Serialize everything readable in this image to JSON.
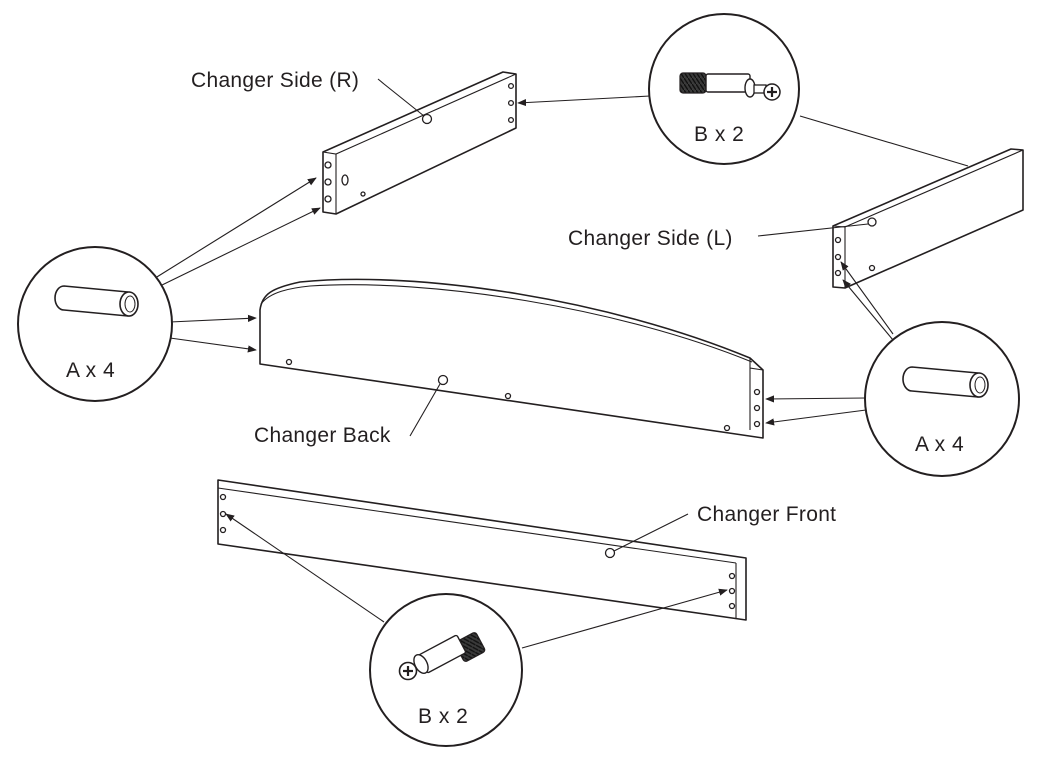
{
  "labels": {
    "changer_side_r": "Changer Side (R)",
    "changer_side_l": "Changer Side (L)",
    "changer_back": "Changer Back",
    "changer_front": "Changer Front"
  },
  "callouts": {
    "bolt_top": "B x 2",
    "dowel_left": "A x 4",
    "dowel_right": "A x 4",
    "bolt_bottom": "B x 2"
  },
  "icons": {
    "dowel": "wooden-dowel-icon",
    "bolt": "cam-bolt-icon"
  },
  "colors": {
    "ink": "#231f20",
    "background": "#ffffff"
  }
}
